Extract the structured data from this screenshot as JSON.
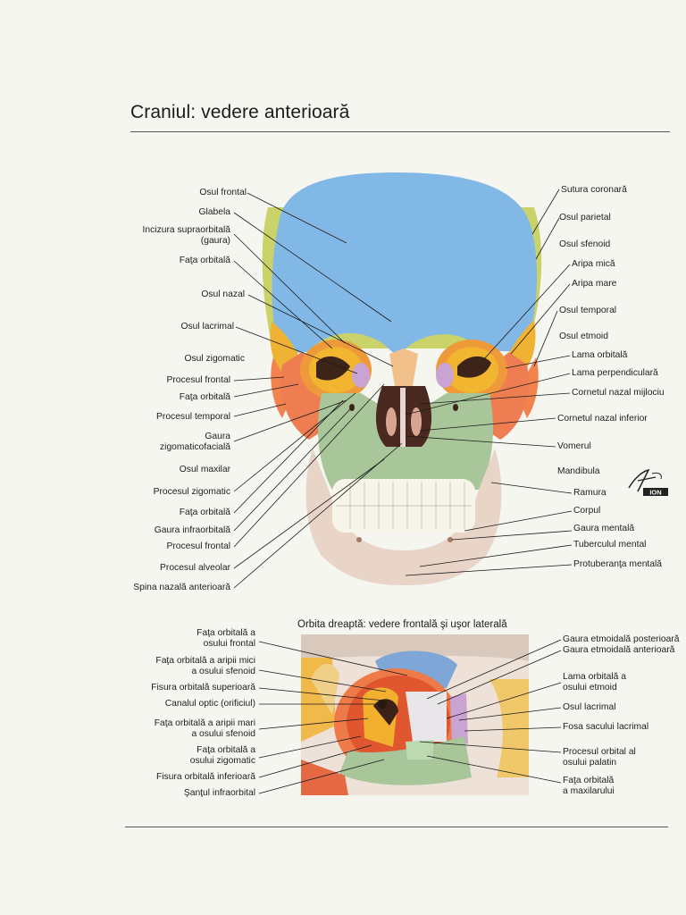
{
  "title": "Craniul: vedere anterioară",
  "skull_labels_left": [
    "Osul frontal",
    "Glabela",
    "Incizura supraorbitală\n(gaura)",
    "Faţa orbitală",
    "Osul nazal",
    "Osul lacrimal",
    "Osul zigomatic",
    "Procesul frontal",
    "Faţa orbitală",
    "Procesul temporal",
    "Gaura\nzigomaticofacială",
    "Osul maxilar",
    "Procesul zigomatic",
    "Faţa orbitală",
    "Gaura infraorbitală",
    "Procesul frontal",
    "Procesul alveolar",
    "Spina nazală anterioară"
  ],
  "skull_labels_right": [
    "Sutura coronară",
    "Osul parietal",
    "Osul sfenoid",
    "Aripa mică",
    "Aripa mare",
    "Osul temporal",
    "Osul etmoid",
    "Lama orbitală",
    "Lama perpendiculară",
    "Cornetul nazal mijlociu",
    "Cornetul nazal inferior",
    "Vomerul",
    "Mandibula",
    "Ramura",
    "Corpul",
    "Gaura mentală",
    "Tuberculul mental",
    "Protuberanţa mentală"
  ],
  "orbit_title": "Orbita dreaptă: vedere frontală şi uşor laterală",
  "orbit_labels_left": [
    "Faţa orbitală a\nosului frontal",
    "Faţa orbitală a aripii mici\na osului sfenoid",
    "Fisura orbitală superioară",
    "Canalul optic (orificiul)",
    "Faţa orbitală a aripii mari\na osului sfenoid",
    "Faţa orbitală a\nosului zigomatic",
    "Fisura orbitală inferioară",
    "Şanţul infraorbital"
  ],
  "orbit_labels_right": [
    "Gaura etmoidală posterioară",
    "Gaura etmoidală anterioară",
    "Lama orbitală a\nosului etmoid",
    "Osul lacrimal",
    "Fosa sacului lacrimal",
    "Procesul orbital al\nosului palatin",
    "Faţa orbitală\na maxilarului"
  ],
  "logo_text": "F. Netter",
  "logo_brand": "ION",
  "colors": {
    "frontal": "#7fb7e6",
    "parietal": "#c9d36a",
    "sphenoid": "#f0b233",
    "zygomatic": "#ef7d52",
    "maxilla": "#a9c59a",
    "mandible": "#e9d4c8",
    "nasal": "#f2c08a",
    "ethmoid": "#e8e6ea",
    "lacrimal": "#c7a6cf",
    "cavity": "#4a2a20",
    "line": "#1a1a1a"
  }
}
